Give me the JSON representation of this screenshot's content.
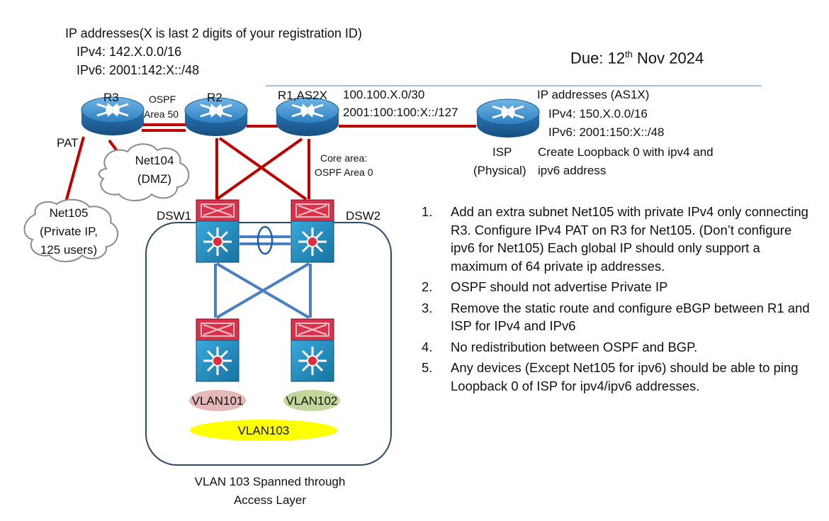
{
  "ip_block": {
    "title": "IP addresses(X is last 2 digits of your registration ID)",
    "ipv4": "IPv4: 142.X.0.0/16",
    "ipv6": "IPv6: 2001:142:X::/48"
  },
  "due": {
    "prefix": "Due: 12",
    "sup": "th",
    "suffix": " Nov 2024"
  },
  "routers": {
    "r3": "R3",
    "r2": "R2",
    "r1": "R1,AS2X",
    "isp": "ISP",
    "isp_sub": "(Physical)"
  },
  "ospf": {
    "line1": "OSPF",
    "line2": "Area 50"
  },
  "link_r1_isp": {
    "ipv4": "100.100.X.0/30",
    "ipv6": "2001:100:100:X::/127"
  },
  "isp_block": {
    "title": "IP addresses (AS1X)",
    "ipv4": "IPv4: 150.X.0.0/16",
    "ipv6": "IPv6: 2001:150:X::/48",
    "loopback1": "Create Loopback 0 with ipv4 and",
    "loopback2": "ipv6 address"
  },
  "pat": "PAT",
  "net104": {
    "line1": "Net104",
    "line2": "(DMZ)"
  },
  "net105": {
    "line1": "Net105",
    "line2": "(Private IP,",
    "line3": "125 users)"
  },
  "core": {
    "line1": "Core area:",
    "line2": "OSPF Area 0"
  },
  "switches": {
    "dsw1": "DSW1",
    "dsw2": "DSW2"
  },
  "vlans": {
    "v101": "VLAN101",
    "v102": "VLAN102",
    "v103": "VLAN103"
  },
  "vlan_note": {
    "line1": "VLAN 103 Spanned through",
    "line2": "Access Layer"
  },
  "tasks": [
    {
      "num": "1.",
      "text": "Add an extra subnet  Net105 with private IPv4 only connecting R3. Configure IPv4 PAT on R3 for Net105. (Don’t configure ipv6 for Net105) Each global IP should only support a maximum of 64 private ip addresses."
    },
    {
      "num": "2.",
      "text": "OSPF should not advertise Private IP"
    },
    {
      "num": "3.",
      "text": "Remove the static route and configure eBGP between R1 and ISP for IPv4 and IPv6"
    },
    {
      "num": "4.",
      "text": "No redistribution between OSPF and BGP."
    },
    {
      "num": "5.",
      "text": "Any devices (Except Net105 for ipv6)  should be able to ping Loopback 0 of ISP for ipv4/ipv6 addresses."
    }
  ],
  "colors": {
    "link_red": "#c00000",
    "link_blue": "#4a7fc4",
    "router_top": "#3a90d0",
    "router_side": "#1e5f96",
    "switch_red": "#d9324a",
    "switch_body": "#1e90c8",
    "vlan101": "#e6b8b7",
    "vlan102": "#c4d79b",
    "vlan103": "#ffff00",
    "access_box": "#2e4a6b",
    "top_rule": "#8eaacb"
  }
}
